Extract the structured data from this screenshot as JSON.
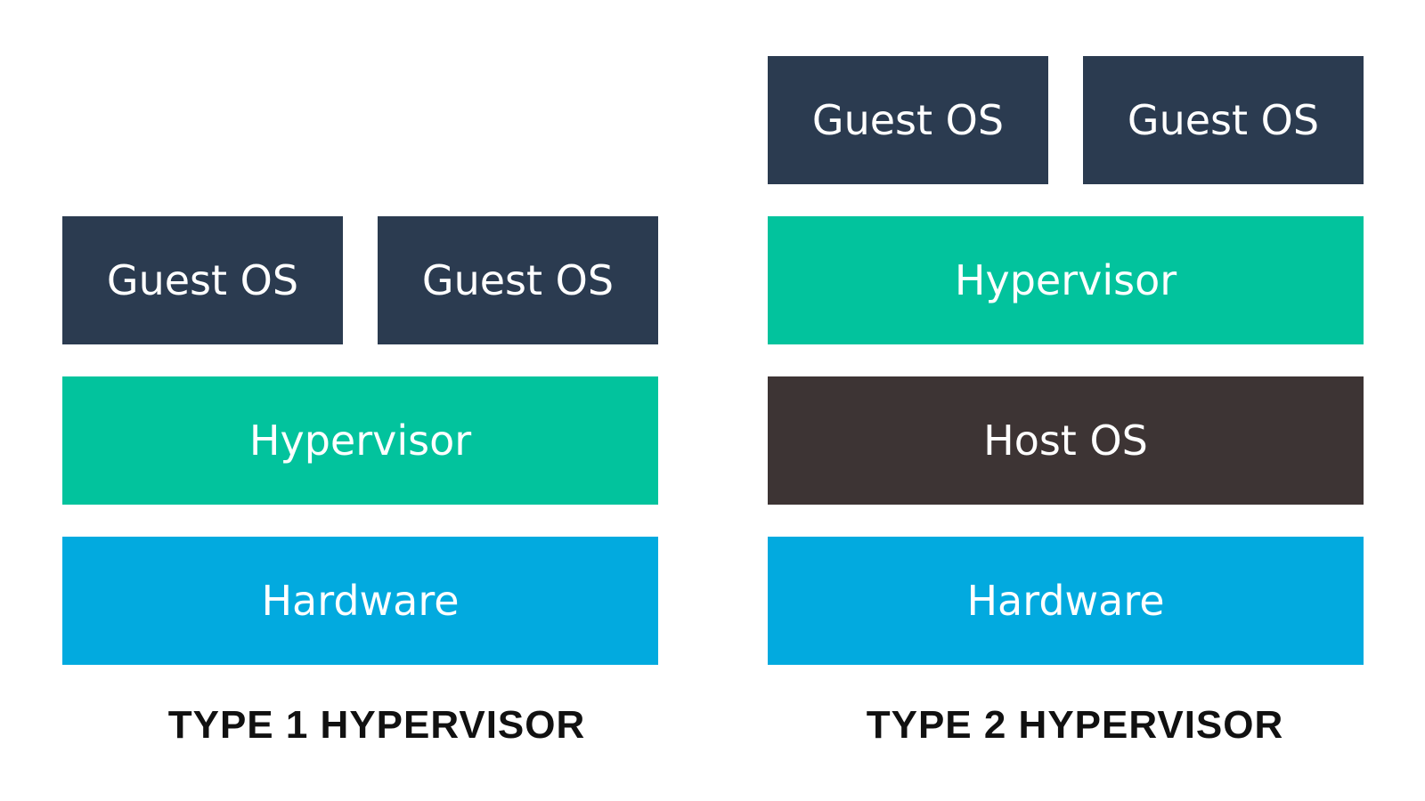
{
  "type1": {
    "title": "TYPE 1 HYPERVISOR",
    "layers": {
      "guest_a": "Guest OS",
      "guest_b": "Guest OS",
      "hypervisor": "Hypervisor",
      "hardware": "Hardware"
    }
  },
  "type2": {
    "title": "TYPE 2 HYPERVISOR",
    "layers": {
      "guest_a": "Guest OS",
      "guest_b": "Guest OS",
      "hypervisor": "Hypervisor",
      "host": "Host OS",
      "hardware": "Hardware"
    }
  },
  "colors": {
    "guest_os": "#2b3b50",
    "hypervisor": "#02c39d",
    "host_os": "#3d3434",
    "hardware": "#02aadf"
  }
}
